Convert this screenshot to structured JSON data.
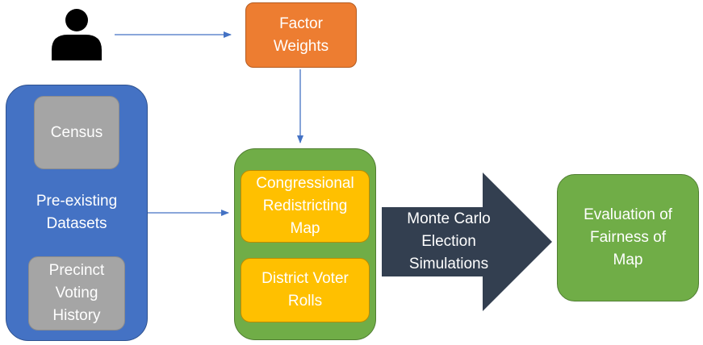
{
  "nodes": {
    "factor_weights": {
      "label": "Factor\nWeights",
      "color": "#ED7D31"
    },
    "datasets_group": {
      "label": "Pre-existing\nDatasets",
      "color": "#4472C4"
    },
    "census": {
      "label": "Census",
      "color": "#A5A5A5"
    },
    "precinct": {
      "label": "Precinct\nVoting\nHistory",
      "color": "#A5A5A5"
    },
    "district_group": {
      "color": "#70AD47"
    },
    "congressional_map": {
      "label": "Congressional\nRedistricting\nMap",
      "color": "#FFC000"
    },
    "voter_rolls": {
      "label": "District Voter\nRolls",
      "color": "#FFC000"
    },
    "monte_carlo": {
      "label": "Monte Carlo\nElection\nSimulations",
      "color": "#333F50"
    },
    "evaluation": {
      "label": "Evaluation of\nFairness of\nMap",
      "color": "#70AD47"
    }
  },
  "icons": {
    "user": "person-icon",
    "user_color": "#000000"
  },
  "edge_color": "#4472C4"
}
